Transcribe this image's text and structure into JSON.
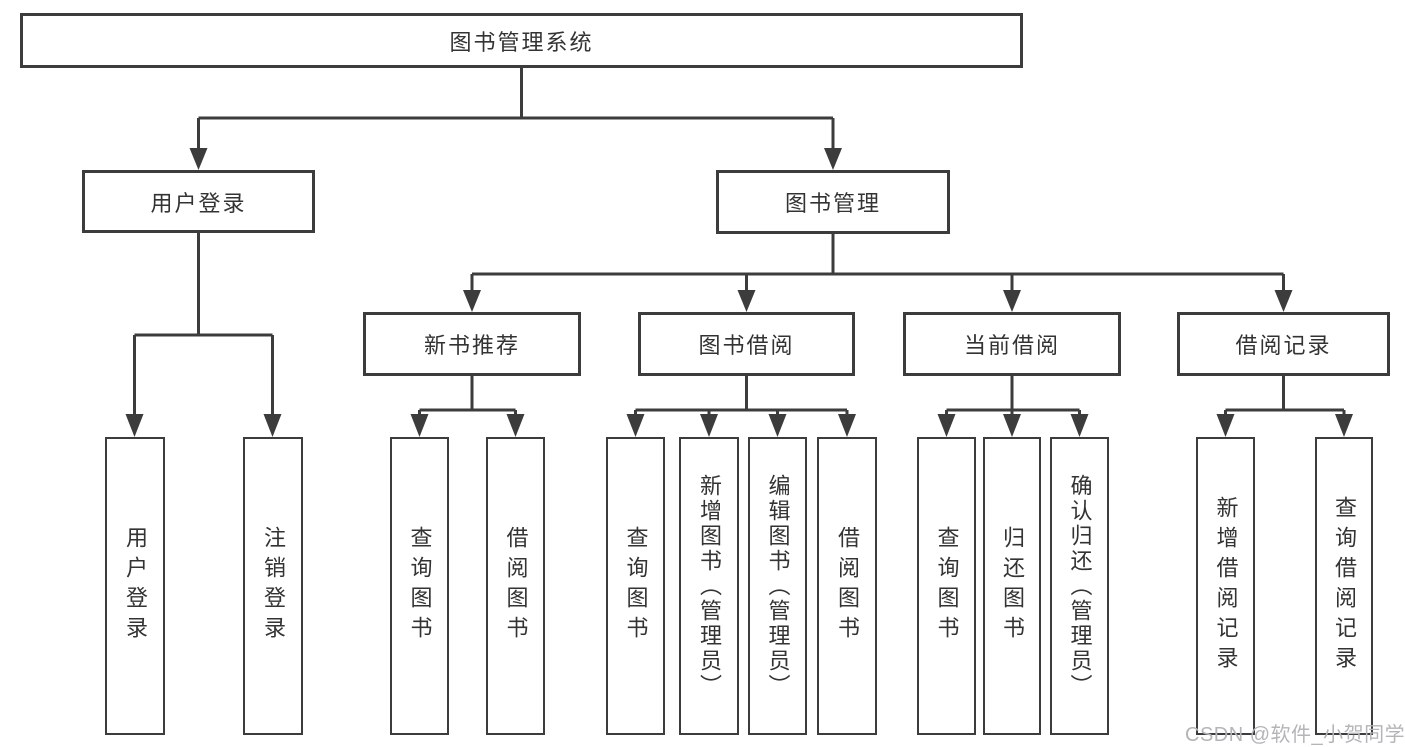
{
  "tree": {
    "label": "图书管理系统",
    "children": [
      {
        "label": "用户登录",
        "children": [
          {
            "label": "用户登录"
          },
          {
            "label": "注销登录"
          }
        ]
      },
      {
        "label": "图书管理",
        "children": [
          {
            "label": "新书推荐",
            "children": [
              {
                "label": "查询图书"
              },
              {
                "label": "借阅图书"
              }
            ]
          },
          {
            "label": "图书借阅",
            "children": [
              {
                "label": "查询图书"
              },
              {
                "label": "新增图书（管理员）"
              },
              {
                "label": "编辑图书（管理员）"
              },
              {
                "label": "借阅图书"
              }
            ]
          },
          {
            "label": "当前借阅",
            "children": [
              {
                "label": "查询图书"
              },
              {
                "label": "归还图书"
              },
              {
                "label": "确认归还（管理员）"
              }
            ]
          },
          {
            "label": "借阅记录",
            "children": [
              {
                "label": "新增借阅记录"
              },
              {
                "label": "查询借阅记录"
              }
            ]
          }
        ]
      }
    ]
  },
  "watermark": "CSDN @软件_小贺同学",
  "colors": {
    "line": "#3c3c3c",
    "text": "#333333",
    "watermark": "#b5b5b8",
    "background": "#ffffff"
  }
}
